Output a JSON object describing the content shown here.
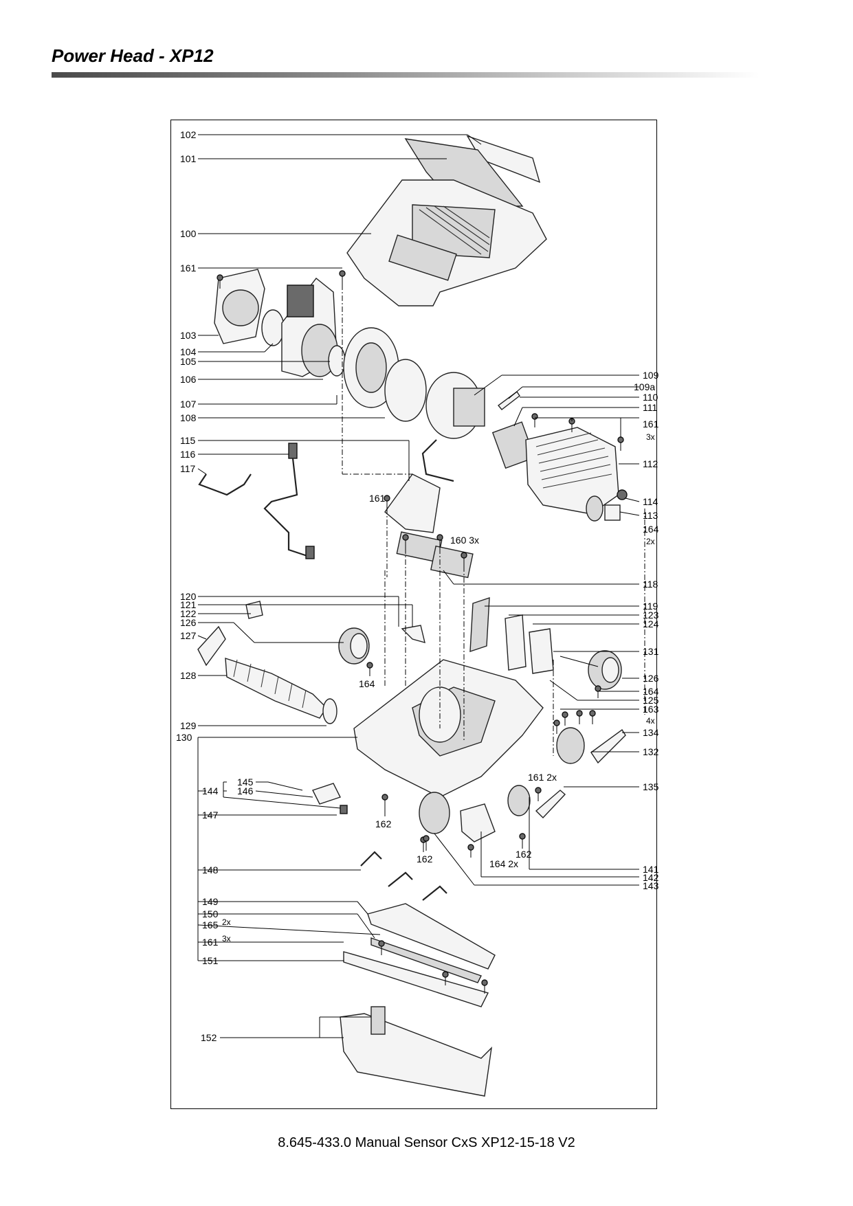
{
  "page": {
    "title": "Power Head - XP12",
    "footer": "8.645-433.0  Manual Sensor CxS XP12-15-18 V2"
  },
  "labels": {
    "l102": "102",
    "l101": "101",
    "l100": "100",
    "l161a": "161",
    "l103": "103",
    "l104": "104",
    "l105": "105",
    "l106": "106",
    "l107": "107",
    "l108": "108",
    "l115": "115",
    "l116": "116",
    "l117": "117",
    "l161b": "161",
    "l160": "160 3x",
    "l109": "109",
    "l109a": "109a",
    "l110": "110",
    "l111": "111",
    "l161c": "161",
    "l3xa": "3x",
    "l112": "112",
    "l114": "114",
    "l113": "113",
    "l164a": "164",
    "l2xa": "2x",
    "l118": "118",
    "l120": "120",
    "l121": "121",
    "l122": "122",
    "l126a": "126",
    "l127": "127",
    "l128": "128",
    "l164b": "164",
    "l129": "129",
    "l130": "130",
    "l119": "119",
    "l123": "123",
    "l124": "124",
    "l131": "131",
    "l126b": "126",
    "l164c": "164",
    "l125": "125",
    "l163": "163",
    "l4x": "4x",
    "l134": "134",
    "l132": "132",
    "l135": "135",
    "l161d": "161 2x",
    "l145": "145",
    "l146": "146",
    "l144": "144",
    "l147": "147",
    "l162a": "162",
    "l162b": "162",
    "l162c": "162",
    "l164d": "164 2x",
    "l141": "141",
    "l142": "142",
    "l143": "143",
    "l148": "148",
    "l149": "149",
    "l150": "150",
    "l165": "165",
    "l2xb": "2x",
    "l161e": "161",
    "l3xb": "3x",
    "l151": "151",
    "l152": "152"
  }
}
